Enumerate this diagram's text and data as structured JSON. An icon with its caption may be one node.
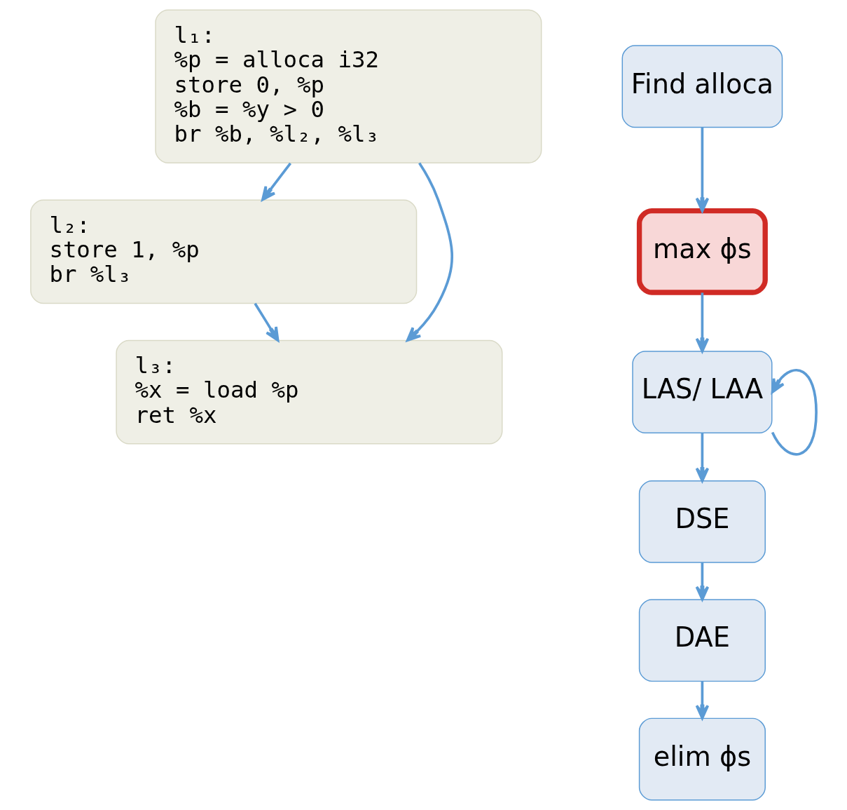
{
  "diagram": {
    "nodes": [
      {
        "text": [
          "l₁:",
          "%p = alloca i32",
          "store 0, %p",
          "%b = %y > 0",
          "br %b, %l₂, %l₃"
        ]
      },
      {
        "text": [
          "l₂:",
          "store 1, %p",
          "br %l₃"
        ]
      },
      {
        "text": [
          "l₃:",
          "%x = load %p",
          "ret %x"
        ]
      },
      {
        "text": [
          "Find alloca"
        ]
      },
      {
        "text": [
          "max ϕs"
        ]
      },
      {
        "text": [
          "LAS/ LAA"
        ]
      },
      {
        "text": [
          "DSE"
        ]
      },
      {
        "text": [
          "DAE"
        ]
      },
      {
        "text": [
          "elim ϕs"
        ]
      }
    ],
    "edges": [
      {
        "from": 0,
        "to": 1,
        "arrow": "to"
      },
      {
        "from": 1,
        "to": 2,
        "arrow": "to"
      },
      {
        "from": 0,
        "to": 2,
        "arrow": "to"
      },
      {
        "from": 3,
        "to": 4,
        "arrow": "to"
      },
      {
        "from": 4,
        "to": 5,
        "arrow": "to"
      },
      {
        "from": 5,
        "to": 5,
        "arrow": "to"
      },
      {
        "from": 5,
        "to": 6,
        "arrow": "to"
      },
      {
        "from": 6,
        "to": 7,
        "arrow": "to"
      },
      {
        "from": 7,
        "to": 8,
        "arrow": "to"
      }
    ]
  }
}
